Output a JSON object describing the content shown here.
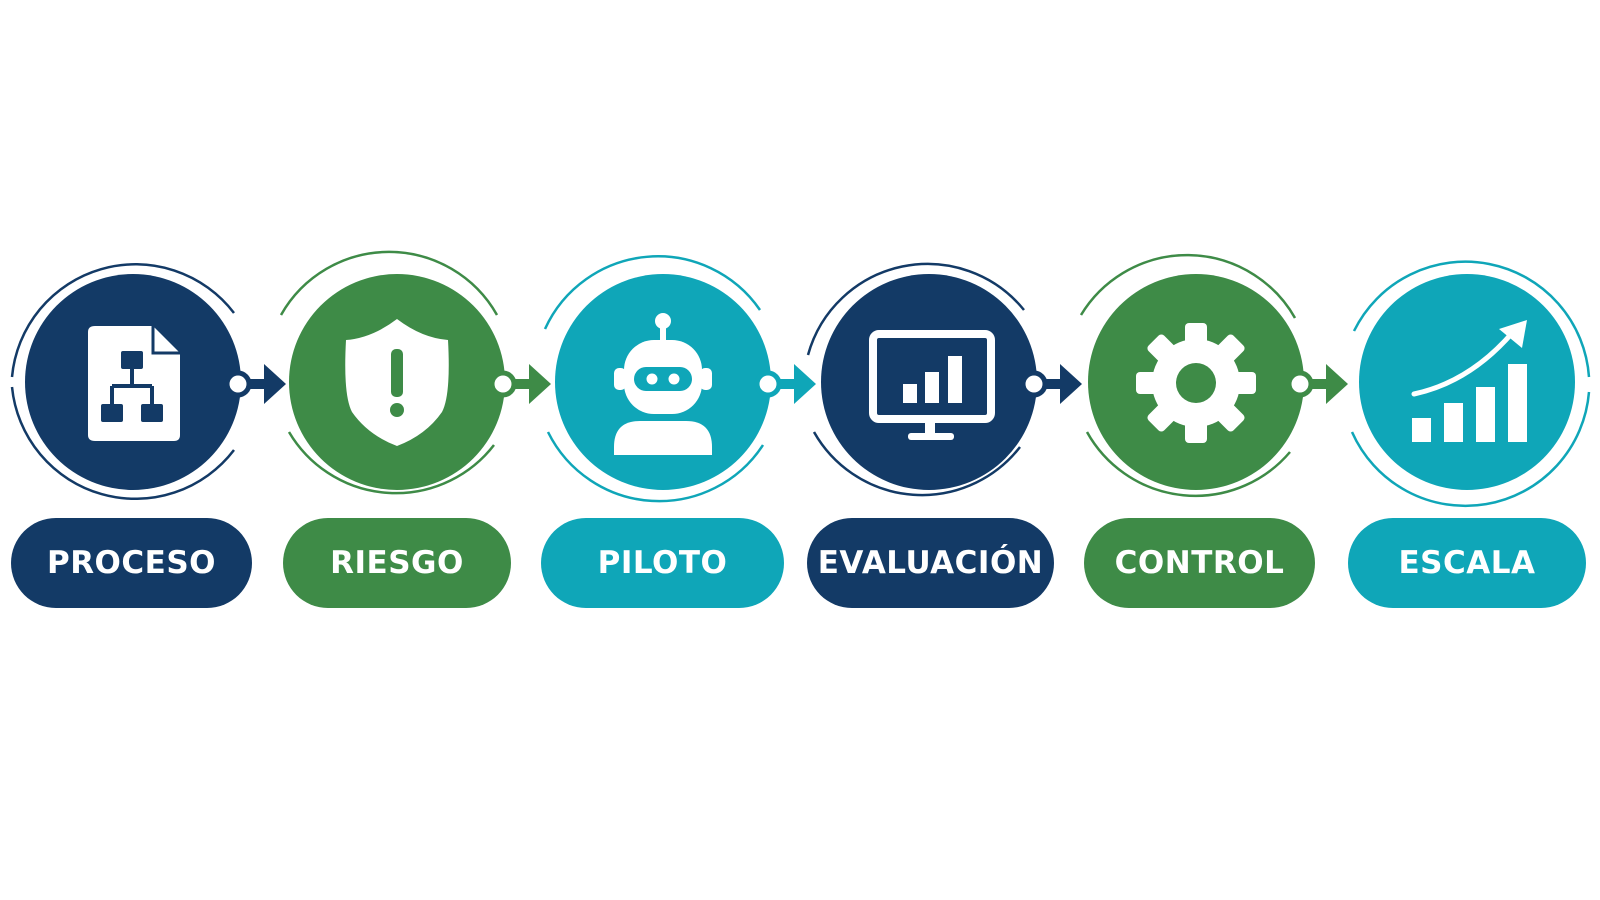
{
  "colors": {
    "navy": "#133a66",
    "green": "#3e8b47",
    "teal": "#0fa6b8",
    "background": "#ffffff"
  },
  "steps": [
    {
      "label": "PROCESO",
      "color": "#133a66",
      "icon": "process-diagram-document-icon"
    },
    {
      "label": "RIESGO",
      "color": "#3e8b47",
      "icon": "shield-warning-icon"
    },
    {
      "label": "PILOTO",
      "color": "#0fa6b8",
      "icon": "robot-icon"
    },
    {
      "label": "EVALUACIÓN",
      "color": "#133a66",
      "icon": "monitor-bar-chart-icon"
    },
    {
      "label": "CONTROL",
      "color": "#3e8b47",
      "icon": "gear-icon"
    },
    {
      "label": "ESCALA",
      "color": "#0fa6b8",
      "icon": "growth-chart-arrow-icon"
    }
  ],
  "connectors": [
    {
      "color": "#133a66"
    },
    {
      "color": "#3e8b47"
    },
    {
      "color": "#0fa6b8"
    },
    {
      "color": "#133a66"
    },
    {
      "color": "#3e8b47"
    }
  ]
}
